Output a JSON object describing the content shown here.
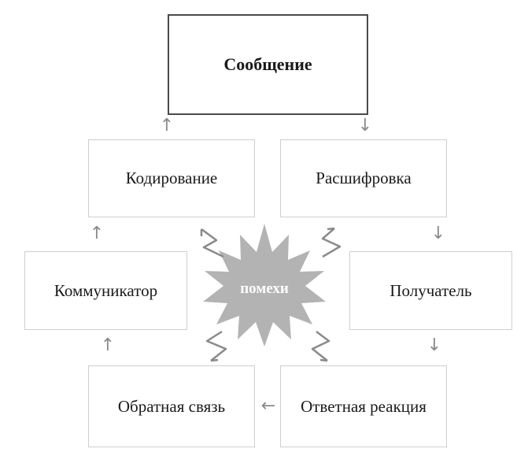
{
  "nodes": {
    "message": "Сообщение",
    "encoding": "Кодирование",
    "decoding": "Расшифровка",
    "sender": "Коммуникатор",
    "receiver": "Получатель",
    "feedback": "Обратная связь",
    "response": "Ответная реакция",
    "noise": "помехи"
  },
  "colors": {
    "box_border": "#cfcfcf",
    "main_border": "#4a4a4a",
    "arrow": "#8a8a8a",
    "noise_fill": "#b3b3b3",
    "lightning": "#8a8a8a"
  },
  "icons": {
    "arrow_up": "↑",
    "arrow_down": "↓",
    "arrow_left": "←"
  }
}
